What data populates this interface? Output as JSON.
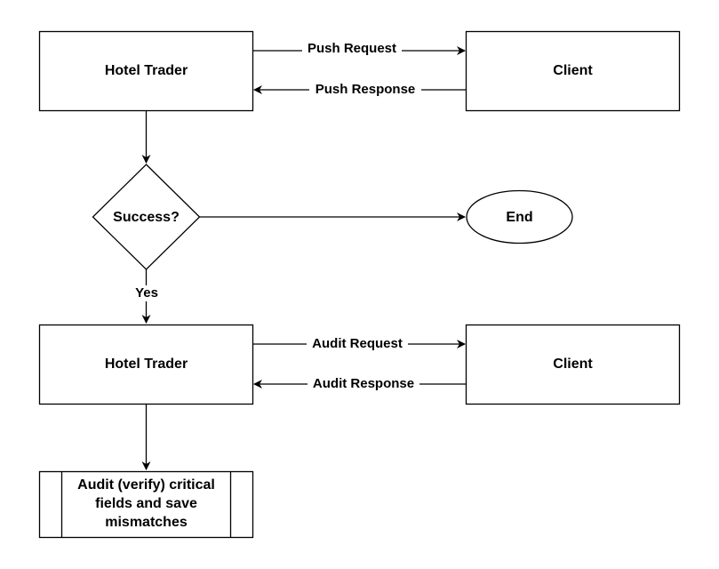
{
  "nodes": {
    "hotel_trader_top": "Hotel Trader",
    "client_top": "Client",
    "decision": "Success?",
    "end": "End",
    "hotel_trader_bottom": "Hotel Trader",
    "client_bottom": "Client",
    "audit_process": [
      "Audit (verify) critical",
      "fields and save",
      "mismatches"
    ]
  },
  "edges": {
    "push_request": "Push Request",
    "push_response": "Push Response",
    "yes": "Yes",
    "audit_request": "Audit Request",
    "audit_response": "Audit Response"
  }
}
